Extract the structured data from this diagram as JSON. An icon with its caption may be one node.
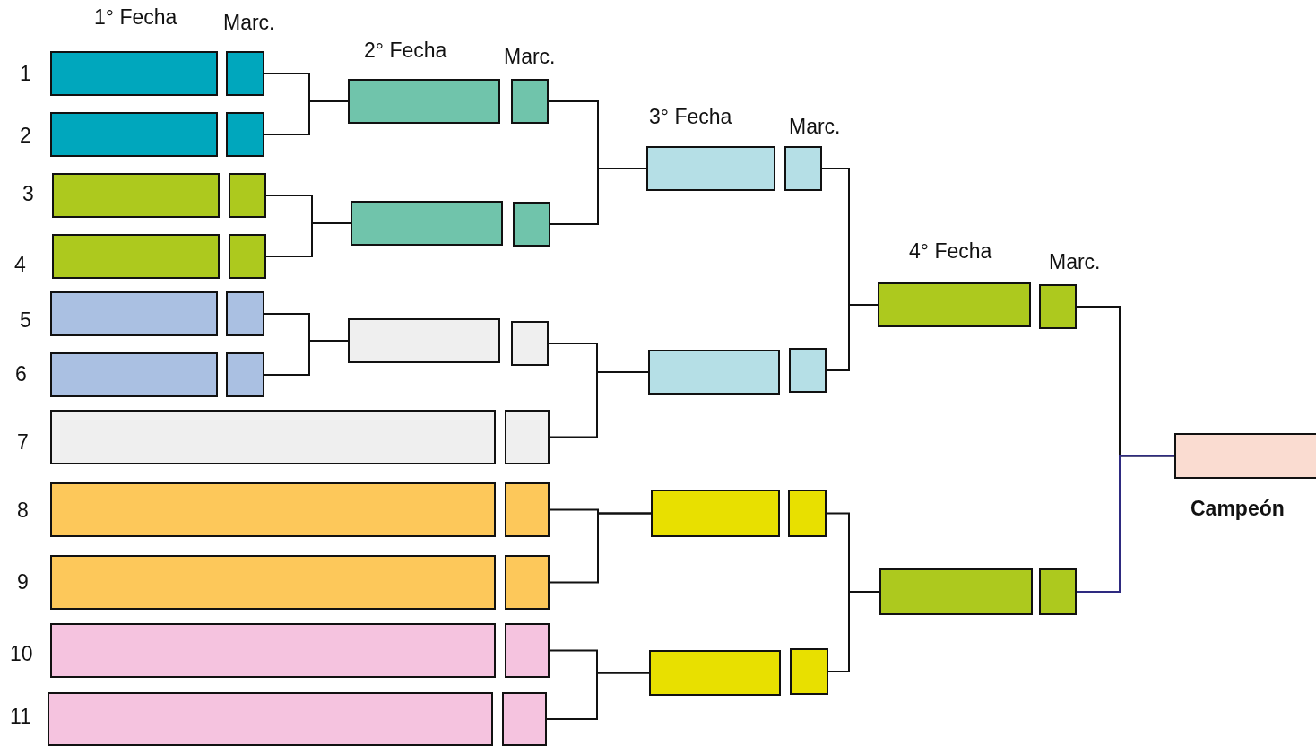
{
  "diagram": {
    "nodes": [
      {
        "text": [],
        "shape": "box"
      },
      {
        "text": [],
        "shape": "box"
      },
      {
        "text": [],
        "shape": "box"
      },
      {
        "text": [],
        "shape": "box"
      },
      {
        "text": [],
        "shape": "box"
      },
      {
        "text": [],
        "shape": "box"
      },
      {
        "text": [],
        "shape": "box"
      },
      {
        "text": [],
        "shape": "box"
      },
      {
        "text": [],
        "shape": "box"
      },
      {
        "text": [],
        "shape": "box"
      },
      {
        "text": [],
        "shape": "box"
      },
      {
        "text": [],
        "shape": "box"
      },
      {
        "text": [],
        "shape": "box"
      },
      {
        "text": [],
        "shape": "box"
      },
      {
        "text": [],
        "shape": "box"
      },
      {
        "text": [],
        "shape": "box"
      },
      {
        "text": [],
        "shape": "box"
      },
      {
        "text": [],
        "shape": "box"
      },
      {
        "text": [],
        "shape": "box"
      },
      {
        "text": [],
        "shape": "box"
      },
      {
        "text": [],
        "shape": "box"
      },
      {
        "text": [],
        "shape": "box"
      },
      {
        "text": [],
        "shape": "box"
      },
      {
        "text": [],
        "shape": "box"
      },
      {
        "text": [],
        "shape": "box"
      },
      {
        "text": [],
        "shape": "box"
      },
      {
        "text": [],
        "shape": "box"
      },
      {
        "text": [],
        "shape": "box"
      },
      {
        "text": [],
        "shape": "box"
      },
      {
        "text": [],
        "shape": "box"
      },
      {
        "text": [],
        "shape": "box"
      },
      {
        "text": [],
        "shape": "box"
      },
      {
        "text": [],
        "shape": "box"
      },
      {
        "text": [],
        "shape": "box"
      },
      {
        "text": [],
        "shape": "box"
      },
      {
        "text": [],
        "shape": "box"
      },
      {
        "text": [],
        "shape": "box"
      },
      {
        "text": [],
        "shape": "box"
      },
      {
        "text": [],
        "shape": "box"
      },
      {
        "text": [],
        "shape": "box"
      },
      {
        "text": [],
        "shape": "box",
        "beside": [
          "Campeón"
        ]
      }
    ],
    "edges": [
      {
        "from": 1,
        "to": 22,
        "arrow": "none"
      },
      {
        "from": 3,
        "to": 22,
        "arrow": "none"
      },
      {
        "from": 5,
        "to": 24,
        "arrow": "none"
      },
      {
        "from": 7,
        "to": 24,
        "arrow": "none"
      },
      {
        "from": 9,
        "to": 26,
        "arrow": "none"
      },
      {
        "from": 11,
        "to": 26,
        "arrow": "none"
      },
      {
        "from": 23,
        "to": 28,
        "arrow": "none"
      },
      {
        "from": 25,
        "to": 28,
        "arrow": "none"
      },
      {
        "from": 27,
        "to": 30,
        "arrow": "none"
      },
      {
        "from": 13,
        "to": 30,
        "arrow": "none"
      },
      {
        "from": 15,
        "to": 32,
        "arrow": "none"
      },
      {
        "from": 17,
        "to": 32,
        "arrow": "none"
      },
      {
        "from": 19,
        "to": 34,
        "arrow": "none"
      },
      {
        "from": 21,
        "to": 34,
        "arrow": "none"
      },
      {
        "from": 29,
        "to": 36,
        "arrow": "none"
      },
      {
        "from": 31,
        "to": 36,
        "arrow": "none"
      },
      {
        "from": 33,
        "to": 38,
        "arrow": "none"
      },
      {
        "from": 35,
        "to": 38,
        "arrow": "none"
      },
      {
        "from": 37,
        "to": 40,
        "arrow": "none"
      },
      {
        "from": 39,
        "to": 40,
        "arrow": "none",
        "color": "#2e2a80"
      }
    ],
    "labels": [
      "1° Fecha",
      "Marc.",
      "2° Fecha",
      "Marc.",
      "3° Fecha",
      "Marc.",
      "4° Fecha",
      "Marc.",
      "1",
      "2",
      "3",
      "4",
      "5",
      "6",
      "7",
      "8",
      "9",
      "10",
      "11"
    ]
  }
}
